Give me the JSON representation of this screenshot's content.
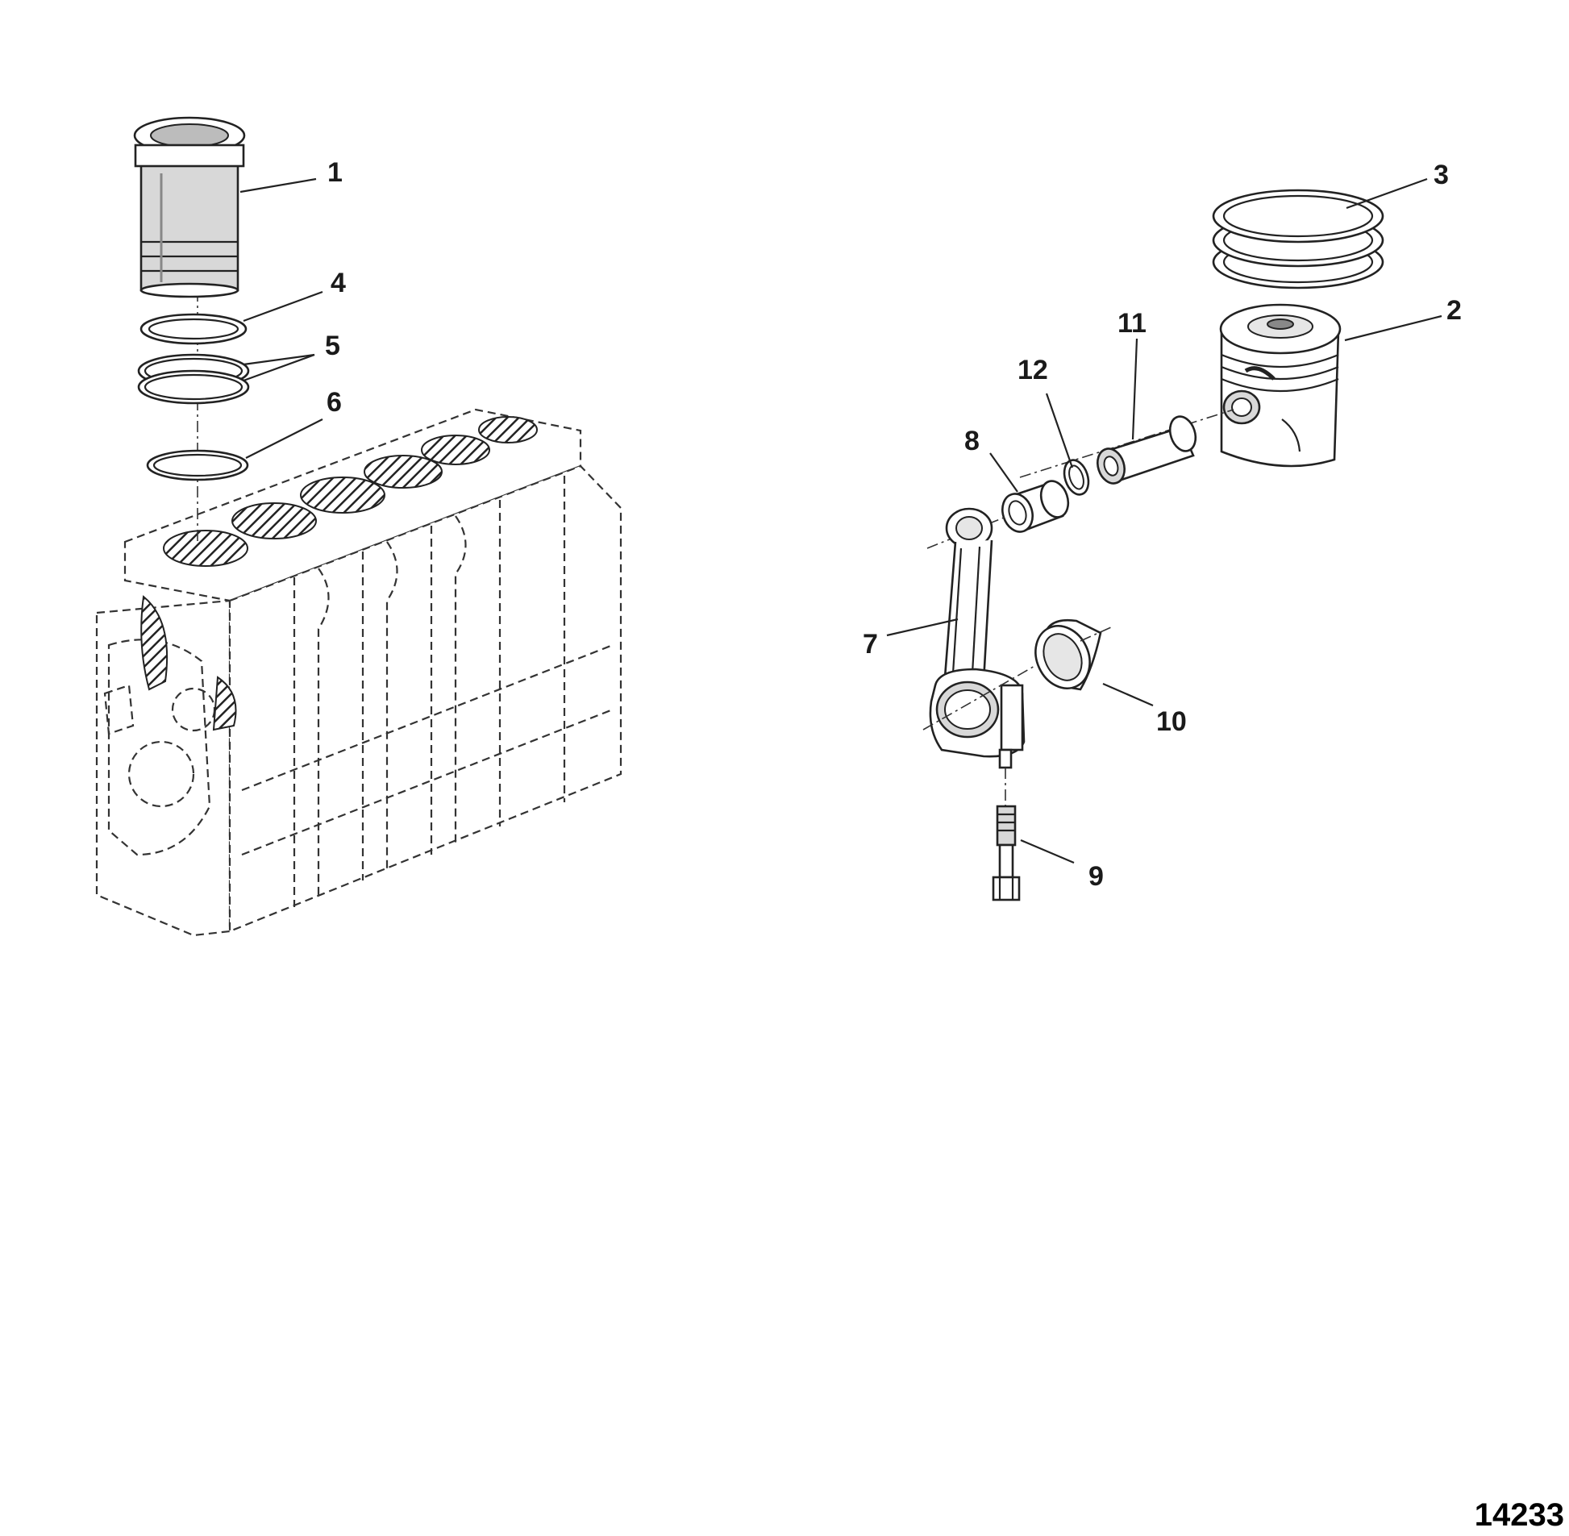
{
  "callouts": {
    "c1": "1",
    "c2": "2",
    "c3": "3",
    "c4": "4",
    "c5": "5",
    "c6": "6",
    "c7": "7",
    "c8": "8",
    "c9": "9",
    "c10": "10",
    "c11": "11",
    "c12": "12"
  },
  "figure_number": "14233"
}
